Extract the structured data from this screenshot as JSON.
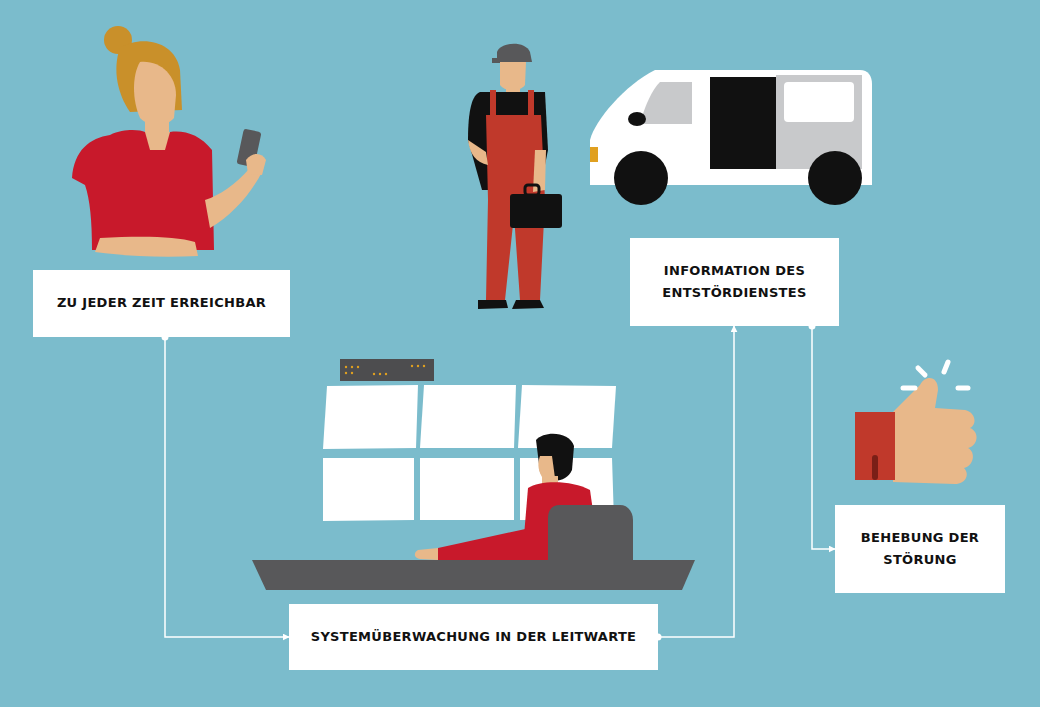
{
  "diagram": {
    "nodes": [
      {
        "text": [
          "ZU JEDER ZEIT ERREICHBAR"
        ]
      },
      {
        "text": [
          "SYSTEMÜBERWACHUNG IN DER LEITWARTE"
        ]
      },
      {
        "text": [
          "INFORMATION DES ENTSTÖRDIENSTES"
        ]
      },
      {
        "text": [
          "BEHEBUNG DER STÖRUNG"
        ]
      }
    ],
    "edges": [
      {
        "from": 0,
        "to": 1,
        "arrow": "to"
      },
      {
        "from": 1,
        "to": 2,
        "arrow": "to"
      },
      {
        "from": 2,
        "to": 3,
        "arrow": "to"
      }
    ]
  }
}
